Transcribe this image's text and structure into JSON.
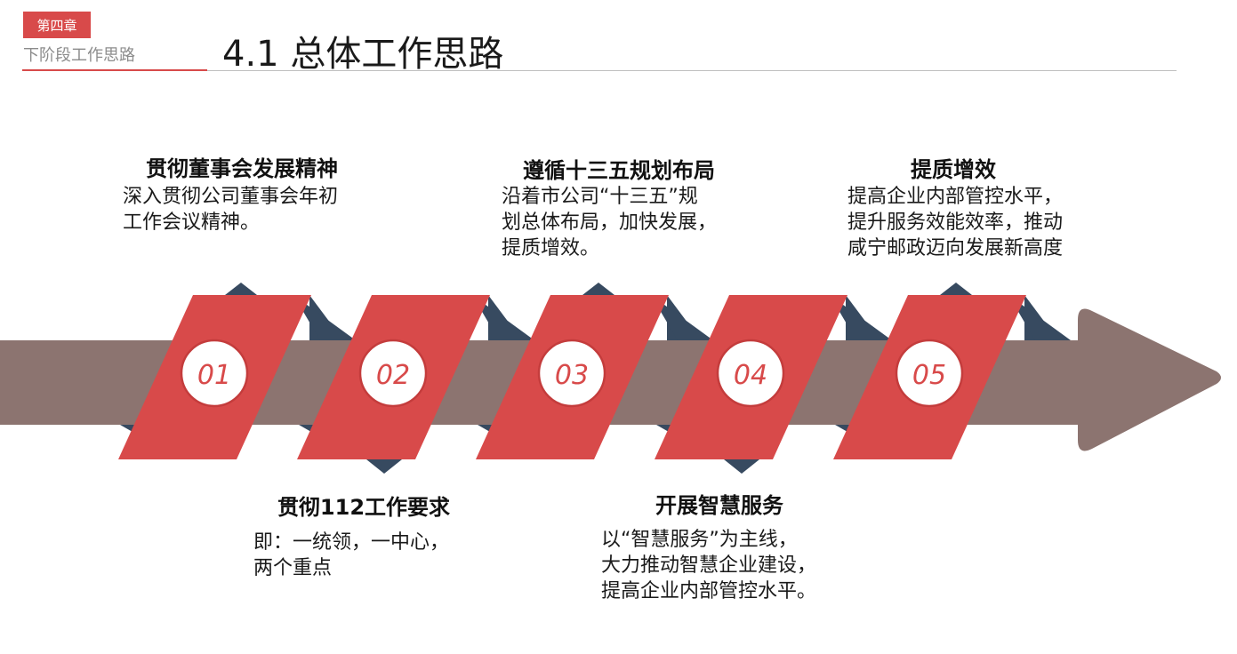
{
  "header": {
    "chapter_badge": "第四章",
    "chapter_subtitle": "下阶段工作思路",
    "page_title": "4.1 总体工作思路"
  },
  "colors": {
    "accent_red": "#d84a4a",
    "dark_navy": "#374a60",
    "arrow_brown": "#8c7470",
    "title_red": "#d84a4a"
  },
  "steps": [
    {
      "number": "01",
      "position": "top",
      "heading": "贯彻董事会发展精神",
      "desc_lines": [
        "深入贯彻公司董事会年初",
        "工作会议精神。"
      ]
    },
    {
      "number": "02",
      "position": "bottom",
      "heading": "贯彻112工作要求",
      "desc_lines": [
        "即：一统领，一中心，",
        "两个重点"
      ]
    },
    {
      "number": "03",
      "position": "top",
      "heading": "遵循十三五规划布局",
      "desc_lines": [
        "沿着市公司“十三五”规",
        "划总体布局，加快发展，",
        "提质增效。"
      ]
    },
    {
      "number": "04",
      "position": "bottom",
      "heading": "开展智慧服务",
      "desc_lines": [
        "以“智慧服务”为主线，",
        "大力推动智慧企业建设，",
        "提高企业内部管控水平。"
      ]
    },
    {
      "number": "05",
      "position": "top",
      "heading": "提质增效",
      "desc_lines": [
        "提高企业内部管控水平，",
        "提升服务效能效率，推动",
        "咸宁邮政迈向发展新高度"
      ]
    }
  ]
}
